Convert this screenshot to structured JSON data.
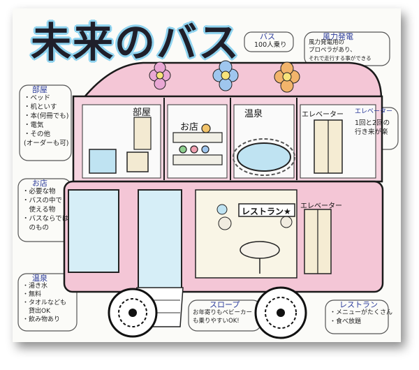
{
  "title": "未来のバス",
  "notes": {
    "bus": {
      "title": "バス",
      "lines": [
        "100人乗り"
      ]
    },
    "wind": {
      "title": "風力発電",
      "lines": [
        "風力発電用の",
        "プロペラがあり、",
        "それで走行する事ができる"
      ]
    },
    "room": {
      "title": "部屋",
      "lines": [
        "・ベッド",
        "・机といす",
        "・本(何冊でも)",
        "・電気",
        "・その他",
        "(オーダーも可)"
      ]
    },
    "shop": {
      "title": "お店",
      "lines": [
        "・必要な物",
        "・バスの中で",
        "　使える物",
        "・バスならでは",
        "　のもの"
      ]
    },
    "onsen": {
      "title": "温泉",
      "lines": [
        "・湯き水",
        "・無料",
        "・タオルなども",
        "　貸出OK",
        "・飲み物あり"
      ]
    },
    "elevator": {
      "title": "エレベーター",
      "lines": [
        "1回と2回の",
        "行き来が楽"
      ]
    },
    "slope": {
      "title": "スロープ",
      "lines": [
        "お年寄りもベビーカー",
        "も乗りやすいOK!"
      ]
    },
    "restaurant": {
      "title": "レストラン",
      "lines": [
        "・メニューがたくさん",
        "・食べ放題"
      ]
    }
  },
  "rooms": {
    "heya": "部屋",
    "omise": "お店",
    "onsen": "温泉",
    "elevator_top": "エレベーター",
    "restaurant": "レストラン★",
    "elevator_bottom": "エレベーター"
  },
  "colors": {
    "bus_body": "#f4c6d6",
    "bus_outline": "#1a1a1a",
    "window_blue": "#bfe3f2",
    "title_glow": "#8fd3ef",
    "note_title": "#2a3a9a",
    "flower_pink": "#e9a7d4",
    "flower_blue": "#9fc6ee",
    "flower_orange": "#f2b46b"
  }
}
